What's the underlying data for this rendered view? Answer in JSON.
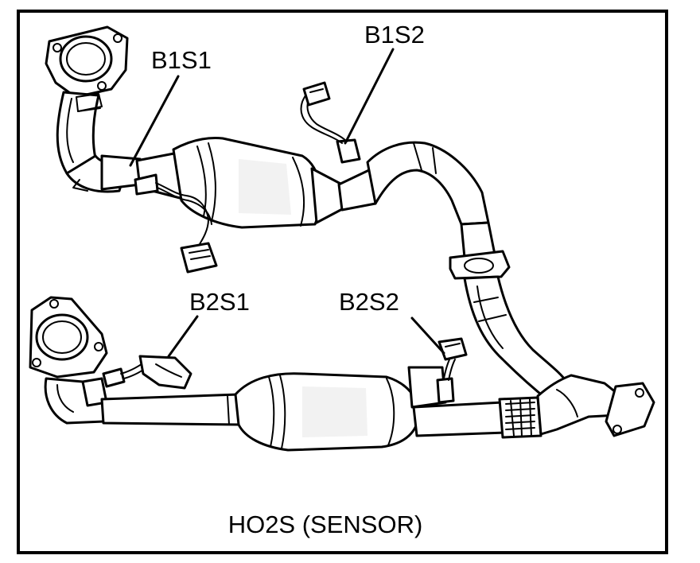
{
  "labels": {
    "b1s1": "B1S1",
    "b1s2": "B1S2",
    "b2s1": "B2S1",
    "b2s2": "B2S2"
  },
  "caption": "HO2S (SENSOR)",
  "colors": {
    "ink": "#000000",
    "paper": "#ffffff",
    "shading": "#d9d9d9"
  }
}
